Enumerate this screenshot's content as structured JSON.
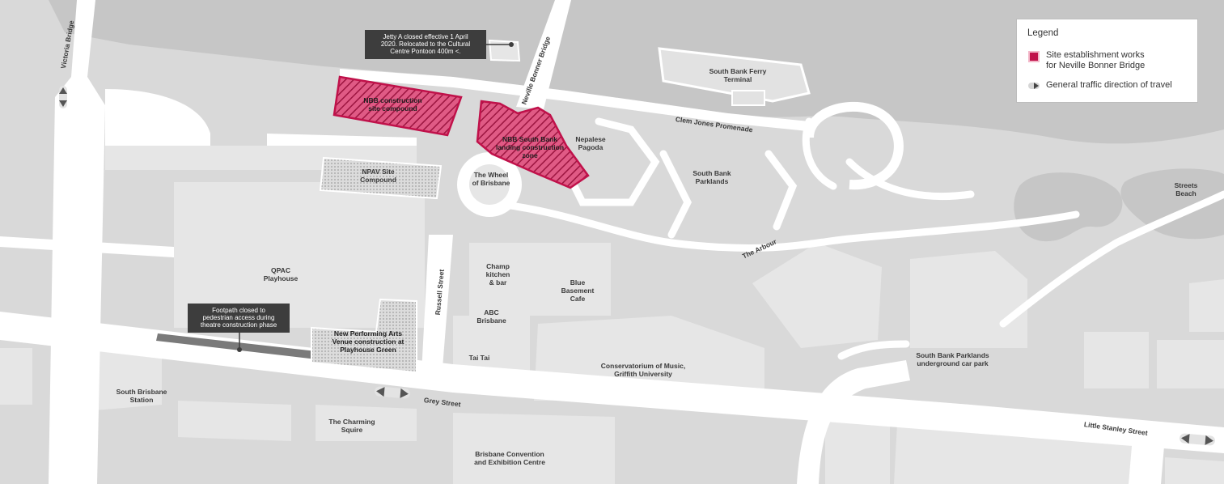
{
  "map": {
    "labels": {
      "victoria_bridge": "Victoria Bridge",
      "neville_bonner_bridge": "Neville Bonner Bridge",
      "clem_jones_promenade": "Clem Jones Promenade",
      "the_arbour": "The Arbour",
      "russell_street": "Russell Street",
      "grey_street": "Grey Street",
      "little_stanley_street": "Little Stanley Street",
      "nbb_site_compound": "NBB construction\nsite compound",
      "nbb_landing_zone": "NBB South Bank\nlanding construction\nzone",
      "npav_site_compound": "NPAV Site\nCompound",
      "wheel_of_brisbane": "The Wheel\nof Brisbane",
      "nepalese_pagoda": "Nepalese\nPagoda",
      "south_bank_ferry_terminal": "South Bank Ferry\nTerminal",
      "south_bank_parklands": "South Bank\nParklands",
      "streets_beach": "Streets\nBeach",
      "qpac_playhouse": "QPAC\nPlayhouse",
      "champ_kitchen": "Champ\nkitchen\n& bar",
      "blue_basement_cafe": "Blue\nBasement\nCafe",
      "abc_brisbane": "ABC\nBrisbane",
      "tai_tai": "Tai Tai",
      "conservatorium": "Conservatorium of Music,\nGriffith University",
      "car_park": "South Bank Parklands\nunderground car park",
      "new_performing_arts_venue": "New Performing Arts\nVenue construction at\nPlayhouse Green",
      "south_brisbane_station": "South Brisbane\nStation",
      "charming_squire": "The Charming\nSquire",
      "convention_centre": "Brisbane Convention\nand Exhibition Centre"
    },
    "callouts": {
      "jetty": "Jetty A closed effective 1 April\n2020. Relocated to the Cultural\nCentre Pontoon 400m <.",
      "footpath": "Footpath closed to\npedestrian access during\ntheatre construction phase"
    },
    "colors": {
      "river": "#c6c6c6",
      "land": "#d9d9d9",
      "road": "#ffffff",
      "building": "#e6e6e6",
      "construction_zone": "#c0114a",
      "callout_bg": "#3d3d3d"
    }
  },
  "legend": {
    "title": "Legend",
    "items": [
      {
        "label": "Site establishment works\nfor Neville Bonner Bridge",
        "icon": "site-works-swatch"
      },
      {
        "label": "General traffic direction of travel",
        "icon": "traffic-direction-icon"
      }
    ]
  }
}
